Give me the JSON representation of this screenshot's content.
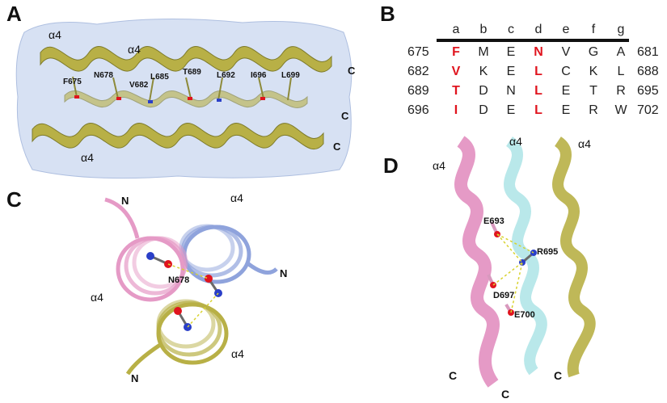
{
  "panels": {
    "a": {
      "letter": "A",
      "helix_labels": [
        "α4",
        "α4",
        "α4"
      ],
      "residue_labels": [
        "F675",
        "N678",
        "V682",
        "L685",
        "T689",
        "L692",
        "I696",
        "L699"
      ],
      "terminus_labels": [
        "C",
        "C",
        "C"
      ]
    },
    "b": {
      "letter": "B",
      "heptad_positions": [
        "a",
        "b",
        "c",
        "d",
        "e",
        "f",
        "g"
      ],
      "rows": [
        {
          "start": "675",
          "residues": [
            "F",
            "M",
            "E",
            "N",
            "V",
            "G",
            "A"
          ],
          "end": "681"
        },
        {
          "start": "682",
          "residues": [
            "V",
            "K",
            "E",
            "L",
            "C",
            "K",
            "L"
          ],
          "end": "688"
        },
        {
          "start": "689",
          "residues": [
            "T",
            "D",
            "N",
            "L",
            "E",
            "T",
            "R"
          ],
          "end": "695"
        },
        {
          "start": "696",
          "residues": [
            "I",
            "D",
            "E",
            "L",
            "E",
            "R",
            "W"
          ],
          "end": "702"
        }
      ],
      "highlight_color": "#e0141e"
    },
    "c": {
      "letter": "C",
      "helix_labels": [
        "α4",
        "α4",
        "α4"
      ],
      "residue_label": "N678",
      "terminus_labels": [
        "N",
        "N",
        "N"
      ]
    },
    "d": {
      "letter": "D",
      "helix_labels": [
        "α4",
        "α4",
        "α4"
      ],
      "residue_labels": [
        "E693",
        "R695",
        "D697",
        "E700"
      ],
      "terminus_labels": [
        "C",
        "C",
        "C"
      ]
    }
  },
  "colors": {
    "helix_olive": "#b8b046",
    "helix_pink": "#e59ac6",
    "helix_blue": "#8fa3dc",
    "helix_cyan": "#7fd6d8",
    "surface": "#c9d7ef"
  }
}
